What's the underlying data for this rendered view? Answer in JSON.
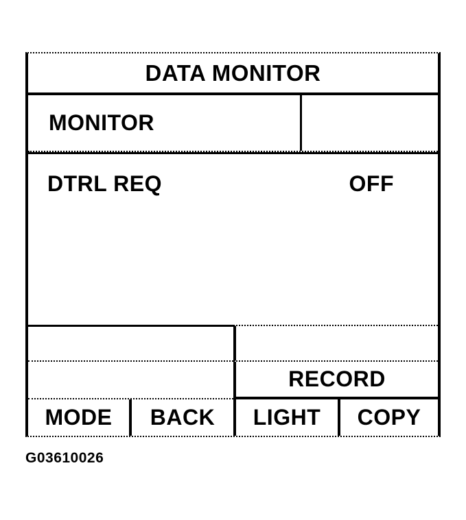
{
  "screen": {
    "title": "DATA MONITOR",
    "monitor_header": {
      "label": "MONITOR",
      "value": ""
    },
    "data_rows": [
      {
        "label": "DTRL REQ",
        "value": "OFF"
      }
    ],
    "record_label": "RECORD",
    "buttons": [
      "MODE",
      "BACK",
      "LIGHT",
      "COPY"
    ]
  },
  "caption": "G03610026",
  "colors": {
    "ink": "#000000",
    "background": "#ffffff"
  }
}
